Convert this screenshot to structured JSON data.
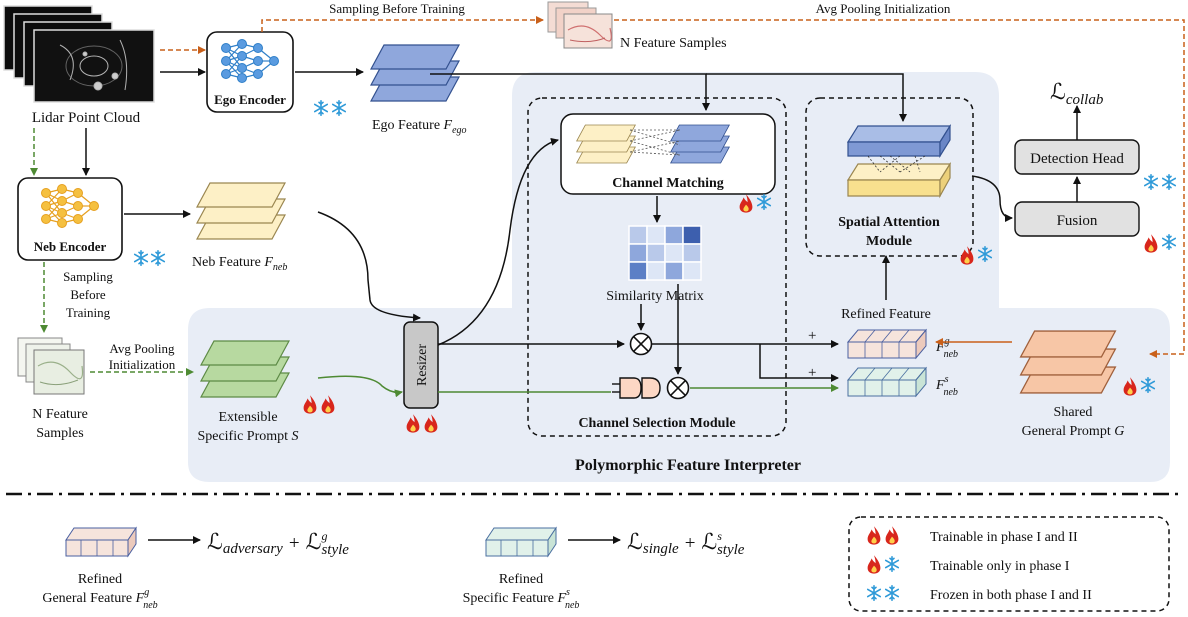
{
  "inputs": {
    "lidar_label": "Lidar Point Cloud",
    "samples_top_label": "N Feature Samples",
    "samples_left_line1": "N Feature",
    "samples_left_line2": "Samples"
  },
  "encoders": {
    "ego": "Ego Encoder",
    "neb": "Neb Encoder"
  },
  "features": {
    "ego_label": "Ego Feature ",
    "ego_symbol": "F",
    "ego_sub": "ego",
    "neb_label": "Neb Feature ",
    "neb_symbol": "F",
    "neb_sub": "neb",
    "specific_line1": "Extensible",
    "specific_line2": "Specific Prompt ",
    "specific_symbol": "S",
    "general_line1": "Shared",
    "general_line2": "General Prompt ",
    "general_symbol": "G",
    "refined_label": "Refined Feature",
    "fg_symbol": "F",
    "fg_sup": "g",
    "fg_sub": "neb",
    "fs_symbol": "F",
    "fs_sup": "s",
    "fs_sub": "neb"
  },
  "flows": {
    "sampling_top": "Sampling Before Training",
    "avg_pool_top": "Avg Pooling Initialization",
    "sampling_left": [
      "Sampling",
      "Before",
      "Training"
    ],
    "avg_pool_left": [
      "Avg Pooling",
      "Initialization"
    ]
  },
  "modules": {
    "resizer": "Resizer",
    "channel_matching": "Channel Matching",
    "similarity": "Similarity Matrix",
    "channel_selection": "Channel Selection Module",
    "spatial_attention_line1": "Spatial Attention",
    "spatial_attention_line2": "Module",
    "interpreter": "Polymorphic Feature Interpreter",
    "fusion": "Fusion",
    "detection_head": "Detection Head",
    "loss_collab": "collab",
    "plus_sign": "+"
  },
  "legend": {
    "general_line1": "Refined",
    "general_line2": "General Feature ",
    "general_loss": "adversary",
    "general_style_sup": "g",
    "specific_line1": "Refined",
    "specific_line2": "Specific Feature ",
    "specific_loss": "single",
    "specific_style_sup": "s",
    "style_sub": "style",
    "loss_symbol": "ℒ",
    "plus": "+",
    "trainable_both": "Trainable in phase I and II",
    "trainable_phase1": "Trainable only in phase I",
    "frozen": "Frozen in both phase I and II"
  },
  "icons": [
    "fire-icon",
    "snowflake-icon",
    "neural-net-icon",
    "multiply-icon",
    "gate-icon"
  ],
  "colors": {
    "panel_bg": "#e8edf6",
    "ego_blue": "#8fa7dc",
    "neb_yellow": "#fdf0c6",
    "specific_green": "#b7d9a0",
    "general_orange": "#f7c6a6",
    "refined_general": "#f6e4dc",
    "refined_specific": "#e1f1ea",
    "green_arrow": "#4e8a33",
    "orange_arrow": "#c9601a",
    "snow_blue": "#2f9ad8",
    "fire_red": "#d8261c"
  }
}
